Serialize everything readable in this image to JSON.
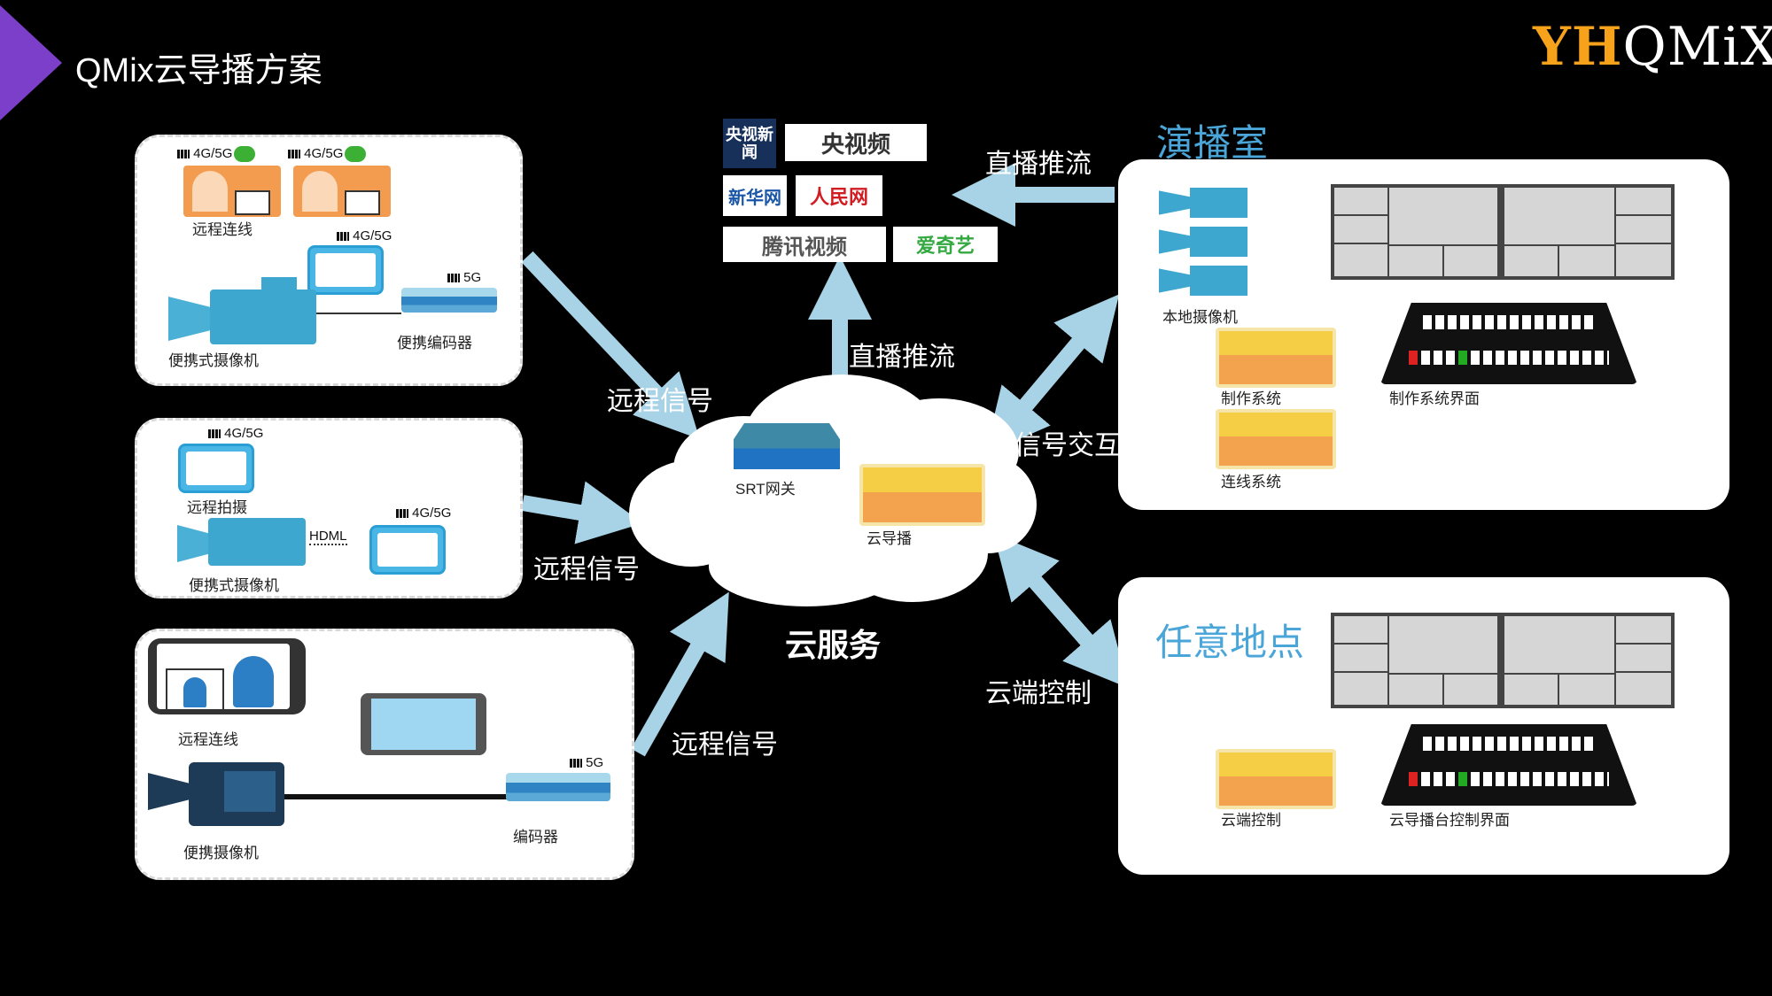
{
  "title": "QMix云导播方案",
  "logo": {
    "prefix": "YH",
    "text": "QMiX"
  },
  "colors": {
    "accent": "#4aa6d8",
    "arrow": "#a8d3e6",
    "box_yellow": "#f5ce46",
    "box_orange": "#f3a24e"
  },
  "panel1": {
    "sig1": "4G/5G",
    "sig2": "4G/5G",
    "remote_link": "远程连线",
    "sig3": "4G/5G",
    "sig4": "5G",
    "camera": "便携式摄像机",
    "encoder": "便携编码器"
  },
  "panel2": {
    "sig1": "4G/5G",
    "remote_shoot": "远程拍摄",
    "hdmi": "HDML",
    "sig2": "4G/5G",
    "camera": "便携式摄像机"
  },
  "panel3": {
    "remote_link": "远程连线",
    "sig": "5G",
    "camera": "便携摄像机",
    "encoder": "编码器"
  },
  "cloud": {
    "gateway": "SRT网关",
    "director": "云导播",
    "label": "云服务"
  },
  "platforms": {
    "cctv_news": "央视新闻",
    "cctv_video": "央视频",
    "xinhua": "新华网",
    "people": "人民网",
    "tencent": "腾讯视频",
    "iqiyi": "爱奇艺"
  },
  "arrows": {
    "remote1": "远程信号",
    "remote2": "远程信号",
    "remote3": "远程信号",
    "push_up": "直播推流",
    "push_left": "直播推流",
    "signal": "信号交互",
    "cloud_ctrl": "云端控制"
  },
  "studio": {
    "heading": "演播室",
    "cameras": "本地摄像机",
    "production": "制作系统",
    "ui": "制作系统界面",
    "link": "连线系统"
  },
  "anywhere": {
    "heading": "任意地点",
    "ctrl": "云端控制",
    "ui": "云导播台控制界面"
  }
}
